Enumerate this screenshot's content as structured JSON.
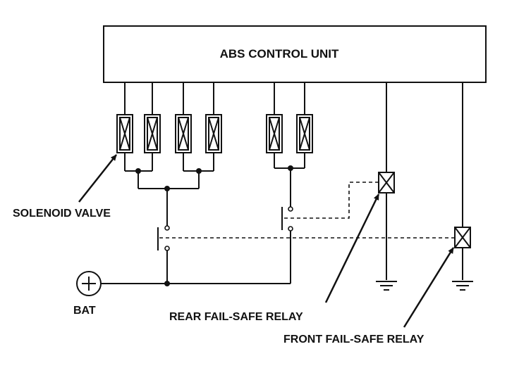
{
  "diagram": {
    "control_unit_label": "ABS CONTROL UNIT",
    "labels": {
      "solenoid_valve": "SOLENOID VALVE",
      "bat": "BAT",
      "rear_fail_safe_relay": "REAR FAIL-SAFE RELAY",
      "front_fail_safe_relay": "FRONT FAIL-SAFE RELAY"
    },
    "colors": {
      "line": "#111111",
      "background": "#ffffff"
    }
  }
}
